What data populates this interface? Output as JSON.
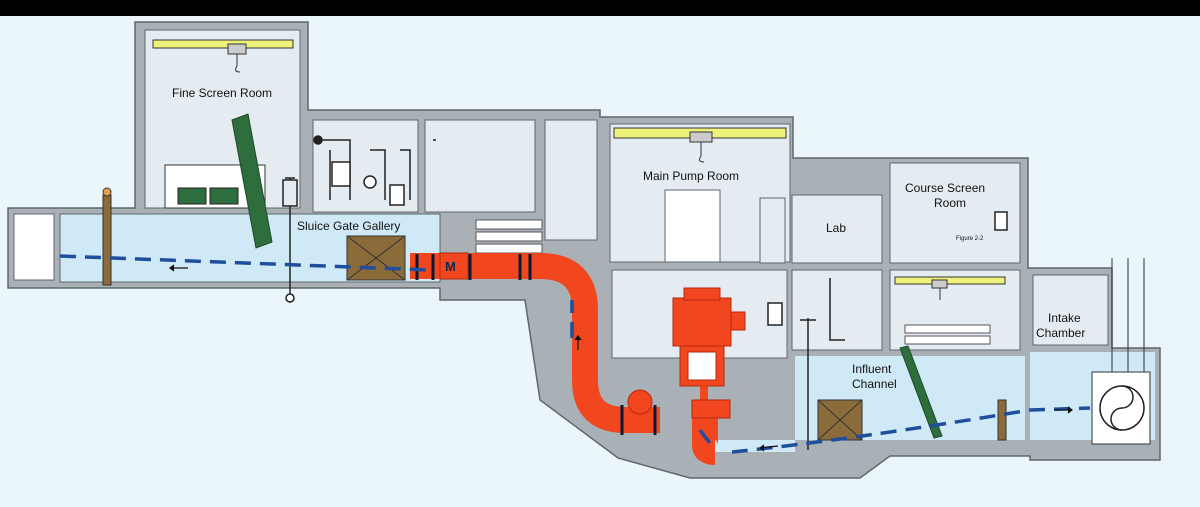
{
  "diagram": {
    "rooms": {
      "fine_screen_room": "Fine Screen Room",
      "sluice_gate_gallery": "Sluice Gate Gallery",
      "main_pump_room": "Main Pump Room",
      "lab": "Lab",
      "course_screen_room_line1": "Course Screen",
      "course_screen_room_line2": "Room",
      "influent_channel_line1": "Influent",
      "influent_channel_line2": "Channel",
      "intake_chamber_line1": "Intake",
      "intake_chamber_line2": "Chamber"
    },
    "figure_label": "Figure 2-2",
    "motor_label": "M"
  },
  "colors": {
    "background": "#eaf6fb",
    "wall": "#a9b0b6",
    "wall_outline": "#5f666c",
    "room_fill": "#e4ecf2",
    "water": "#cfe9f6",
    "pipe": "#f2461e",
    "pipe_dark": "#b5280e",
    "crane": "#eef27a",
    "flow_line": "#1f4f9c",
    "green_screen": "#2e6e3c",
    "gate_box": "#8b6b3a"
  },
  "icons": [
    "crane-icon",
    "flow-arrow-icon",
    "pump-icon",
    "valve-icon",
    "motor-icon",
    "drum-screen-icon"
  ]
}
